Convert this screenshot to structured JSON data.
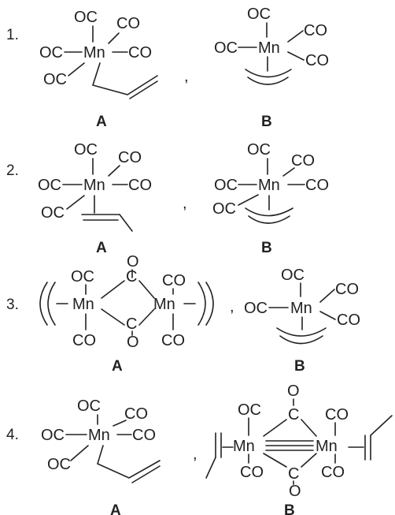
{
  "options": [
    {
      "number": "1.",
      "a": {
        "label": "A",
        "ligands": [
          "OC",
          "CO",
          "OC",
          "Mn",
          "CO",
          "OC"
        ]
      },
      "b": {
        "label": "B",
        "ligands": [
          "OC",
          "CO",
          "OC",
          "Mn",
          "CO"
        ]
      }
    },
    {
      "number": "2.",
      "a": {
        "label": "A",
        "ligands": [
          "OC",
          "CO",
          "OC",
          "Mn",
          "CO",
          "OC"
        ]
      },
      "b": {
        "label": "B",
        "ligands": [
          "OC",
          "CO",
          "OC",
          "Mn",
          "CO",
          "OC"
        ]
      }
    },
    {
      "number": "3.",
      "a": {
        "label": "A",
        "ligands": [
          "OC",
          "C",
          "CO",
          "Mn",
          "Mn",
          "C",
          "O",
          "CO",
          "O",
          "CO"
        ]
      },
      "b": {
        "label": "B",
        "ligands": [
          "OC",
          "CO",
          "OC",
          "Mn",
          "CO"
        ]
      }
    },
    {
      "number": "4.",
      "a": {
        "label": "A",
        "ligands": [
          "OC",
          "CO",
          "OC",
          "Mn",
          "CO",
          "OC"
        ]
      },
      "b": {
        "label": "B",
        "ligands": [
          "O",
          "OC",
          "C",
          "CO",
          "Mn",
          "Mn",
          "CO",
          "C",
          "CO",
          "O"
        ]
      }
    }
  ],
  "separator": ","
}
